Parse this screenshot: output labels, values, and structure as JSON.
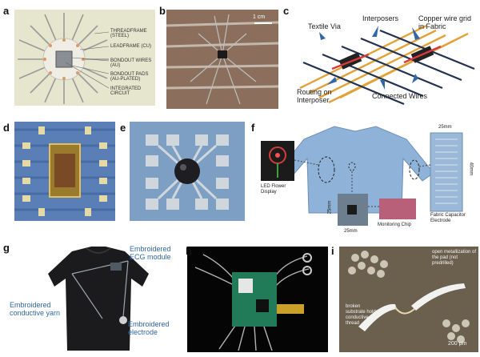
{
  "figure": {
    "panels": [
      {
        "letter": "a"
      },
      {
        "letter": "b"
      },
      {
        "letter": "c"
      },
      {
        "letter": "d"
      },
      {
        "letter": "e"
      },
      {
        "letter": "f"
      },
      {
        "letter": "g"
      },
      {
        "letter": "h"
      },
      {
        "letter": "i"
      }
    ],
    "panel_a": {
      "labels": [
        "THREADFRAME (STEEL)",
        "LEADFRAME (CU)",
        "BONDOUT WIRES (AU)",
        "BONDOUT PADS (AU-PLATED)",
        "INTEGRATED CIRCUIT"
      ]
    },
    "panel_b": {
      "scale": "1 cm"
    },
    "panel_c": {
      "textile_via": "Textile Via",
      "interposers": "Interposers",
      "copper_wire": "Copper wire grid in Fabric",
      "routing": "Routing on Interposer",
      "connected": "Connected Wires"
    },
    "panel_f": {
      "led": "LED Flower Display",
      "chip": "Monitoring Chip",
      "capacitor": "Fabric Capacitor Electrode",
      "dim_top": "25mm",
      "dim_right": "40mm",
      "dim_left": "25mm",
      "dim_bottom": "25mm"
    },
    "panel_g": {
      "ecg": "Embroidered ECG module",
      "yarn": "Embroidered conductive yarn",
      "electrode": "Embroidered electrode"
    },
    "panel_i": {
      "open_metal": "open metallization of the pad (not predrilled)",
      "broken": "broken substrate holds conductive thread",
      "scale": "200 μm"
    }
  }
}
